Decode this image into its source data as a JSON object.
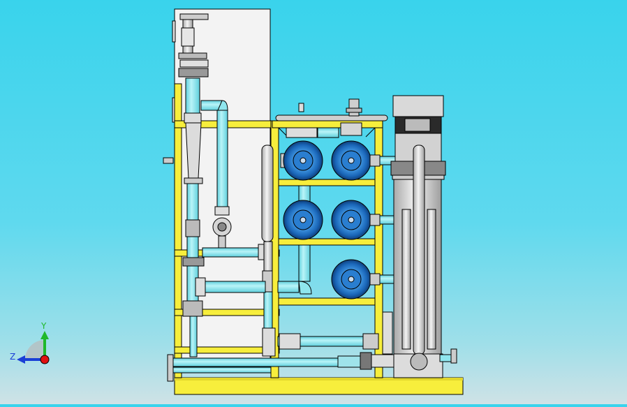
{
  "viewport": {
    "background_top": "#39d3ec",
    "background_bottom": "#cfe2e6"
  },
  "colors": {
    "frame": "#f7ee3c",
    "pipe": "#8fe6ee",
    "pump_blue": "#1e73c8",
    "steel": "#d8d8d8",
    "outline": "#000000"
  },
  "triad": {
    "x_label": "",
    "y_label": "Y",
    "z_label": "Z",
    "y_color": "#1fb82a",
    "z_color": "#1a3fd6",
    "origin_color": "#e01010"
  },
  "pumps": {
    "count": 5,
    "rows": 3
  }
}
